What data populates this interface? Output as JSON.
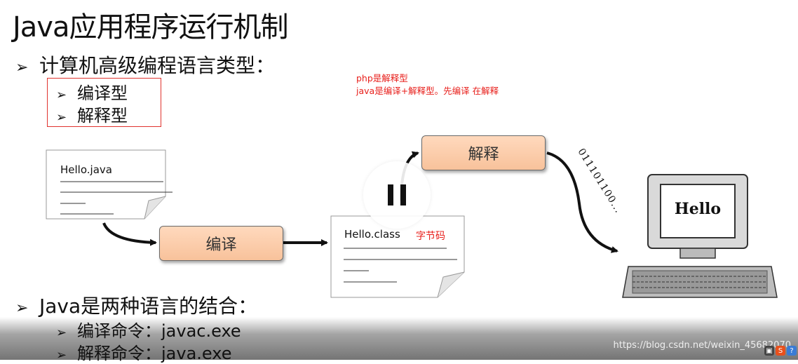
{
  "slide": {
    "title": "Java应用程序运行机制",
    "bullet1": "计算机高级编程语言类型：",
    "bullet1_items": [
      "编译型",
      "解释型"
    ],
    "note_lines": [
      "php是解释型",
      "java是编译+解释型。先编译 在解释"
    ],
    "doc1_label": "Hello.java",
    "compile_box": "编译",
    "doc2_label": "Hello.class",
    "bytecode_label": "字节码",
    "interpret_box": "解释",
    "binary_text": "011101100...",
    "monitor_text": "Hello",
    "bullet2": "Java是两种语言的结合：",
    "bullet2_items": [
      "编译命令：javac.exe",
      "解释命令：java.exe"
    ]
  },
  "watermark": "https://blog.csdn.net/weixin_45682070",
  "colors": {
    "accent_red": "#e8201c",
    "box_fill": "#f8c29b"
  },
  "icons": {
    "play_state": "pause-icon"
  }
}
